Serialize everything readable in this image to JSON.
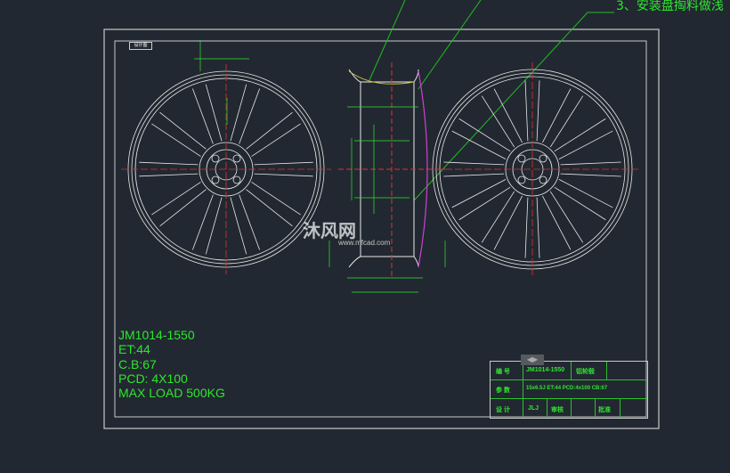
{
  "drawing": {
    "specs": [
      "JM1014-1550",
      "ET:44",
      "C.B:67",
      "PCD: 4X100",
      "MAX  LOAD  500KG"
    ],
    "note": "3、安装盘掏料做浅",
    "frame_tag": "设计图",
    "title_block": {
      "number_label": "编  号",
      "number_value": "JM1014-1550",
      "product": "铝轮毂",
      "params_label": "参  数",
      "params_value": "15x6.5J  ET:44  PCD:4x100  CB:67",
      "design_label": "设  计",
      "designer": "JLJ",
      "review_label": "审核",
      "approve_label": "批准"
    },
    "watermark": "沐风网",
    "watermark_url": "www.mfcad.com",
    "colors": {
      "background": "#222831",
      "lines": "#ffffff",
      "dims": "#2ee62e",
      "center": "#e03030",
      "profile": "#d040d0"
    }
  }
}
